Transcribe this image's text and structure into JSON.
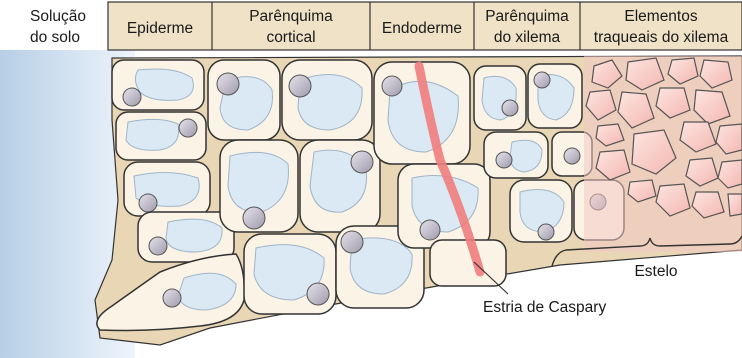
{
  "header": {
    "solucao_line1": "Solução",
    "solucao_line2": "do solo",
    "epiderme": "Epiderme",
    "parenquima_cortical_line1": "Parênquima",
    "parenquima_cortical_line2": "cortical",
    "endoderme": "Endoderme",
    "parenquima_xilema_line1": "Parênquima",
    "parenquima_xilema_line2": "do xilema",
    "elementos_line1": "Elementos",
    "elementos_line2": "traqueais do xilema"
  },
  "labels": {
    "estelo": "Estelo",
    "estria": "Estria de Caspary"
  },
  "colors": {
    "header_fill": "#efe2c6",
    "cell_wall": "#e8d6b4",
    "cell_interior": "#fbf3e6",
    "vacuole": "#dbe9f5",
    "nucleus": "#b9b5c2",
    "xylem_wall": "#f2c8c2",
    "xylem_interior": "#f9d7d3",
    "casparian_strip": "#ef7d7d",
    "soil_solution": "#e1ecf7"
  }
}
